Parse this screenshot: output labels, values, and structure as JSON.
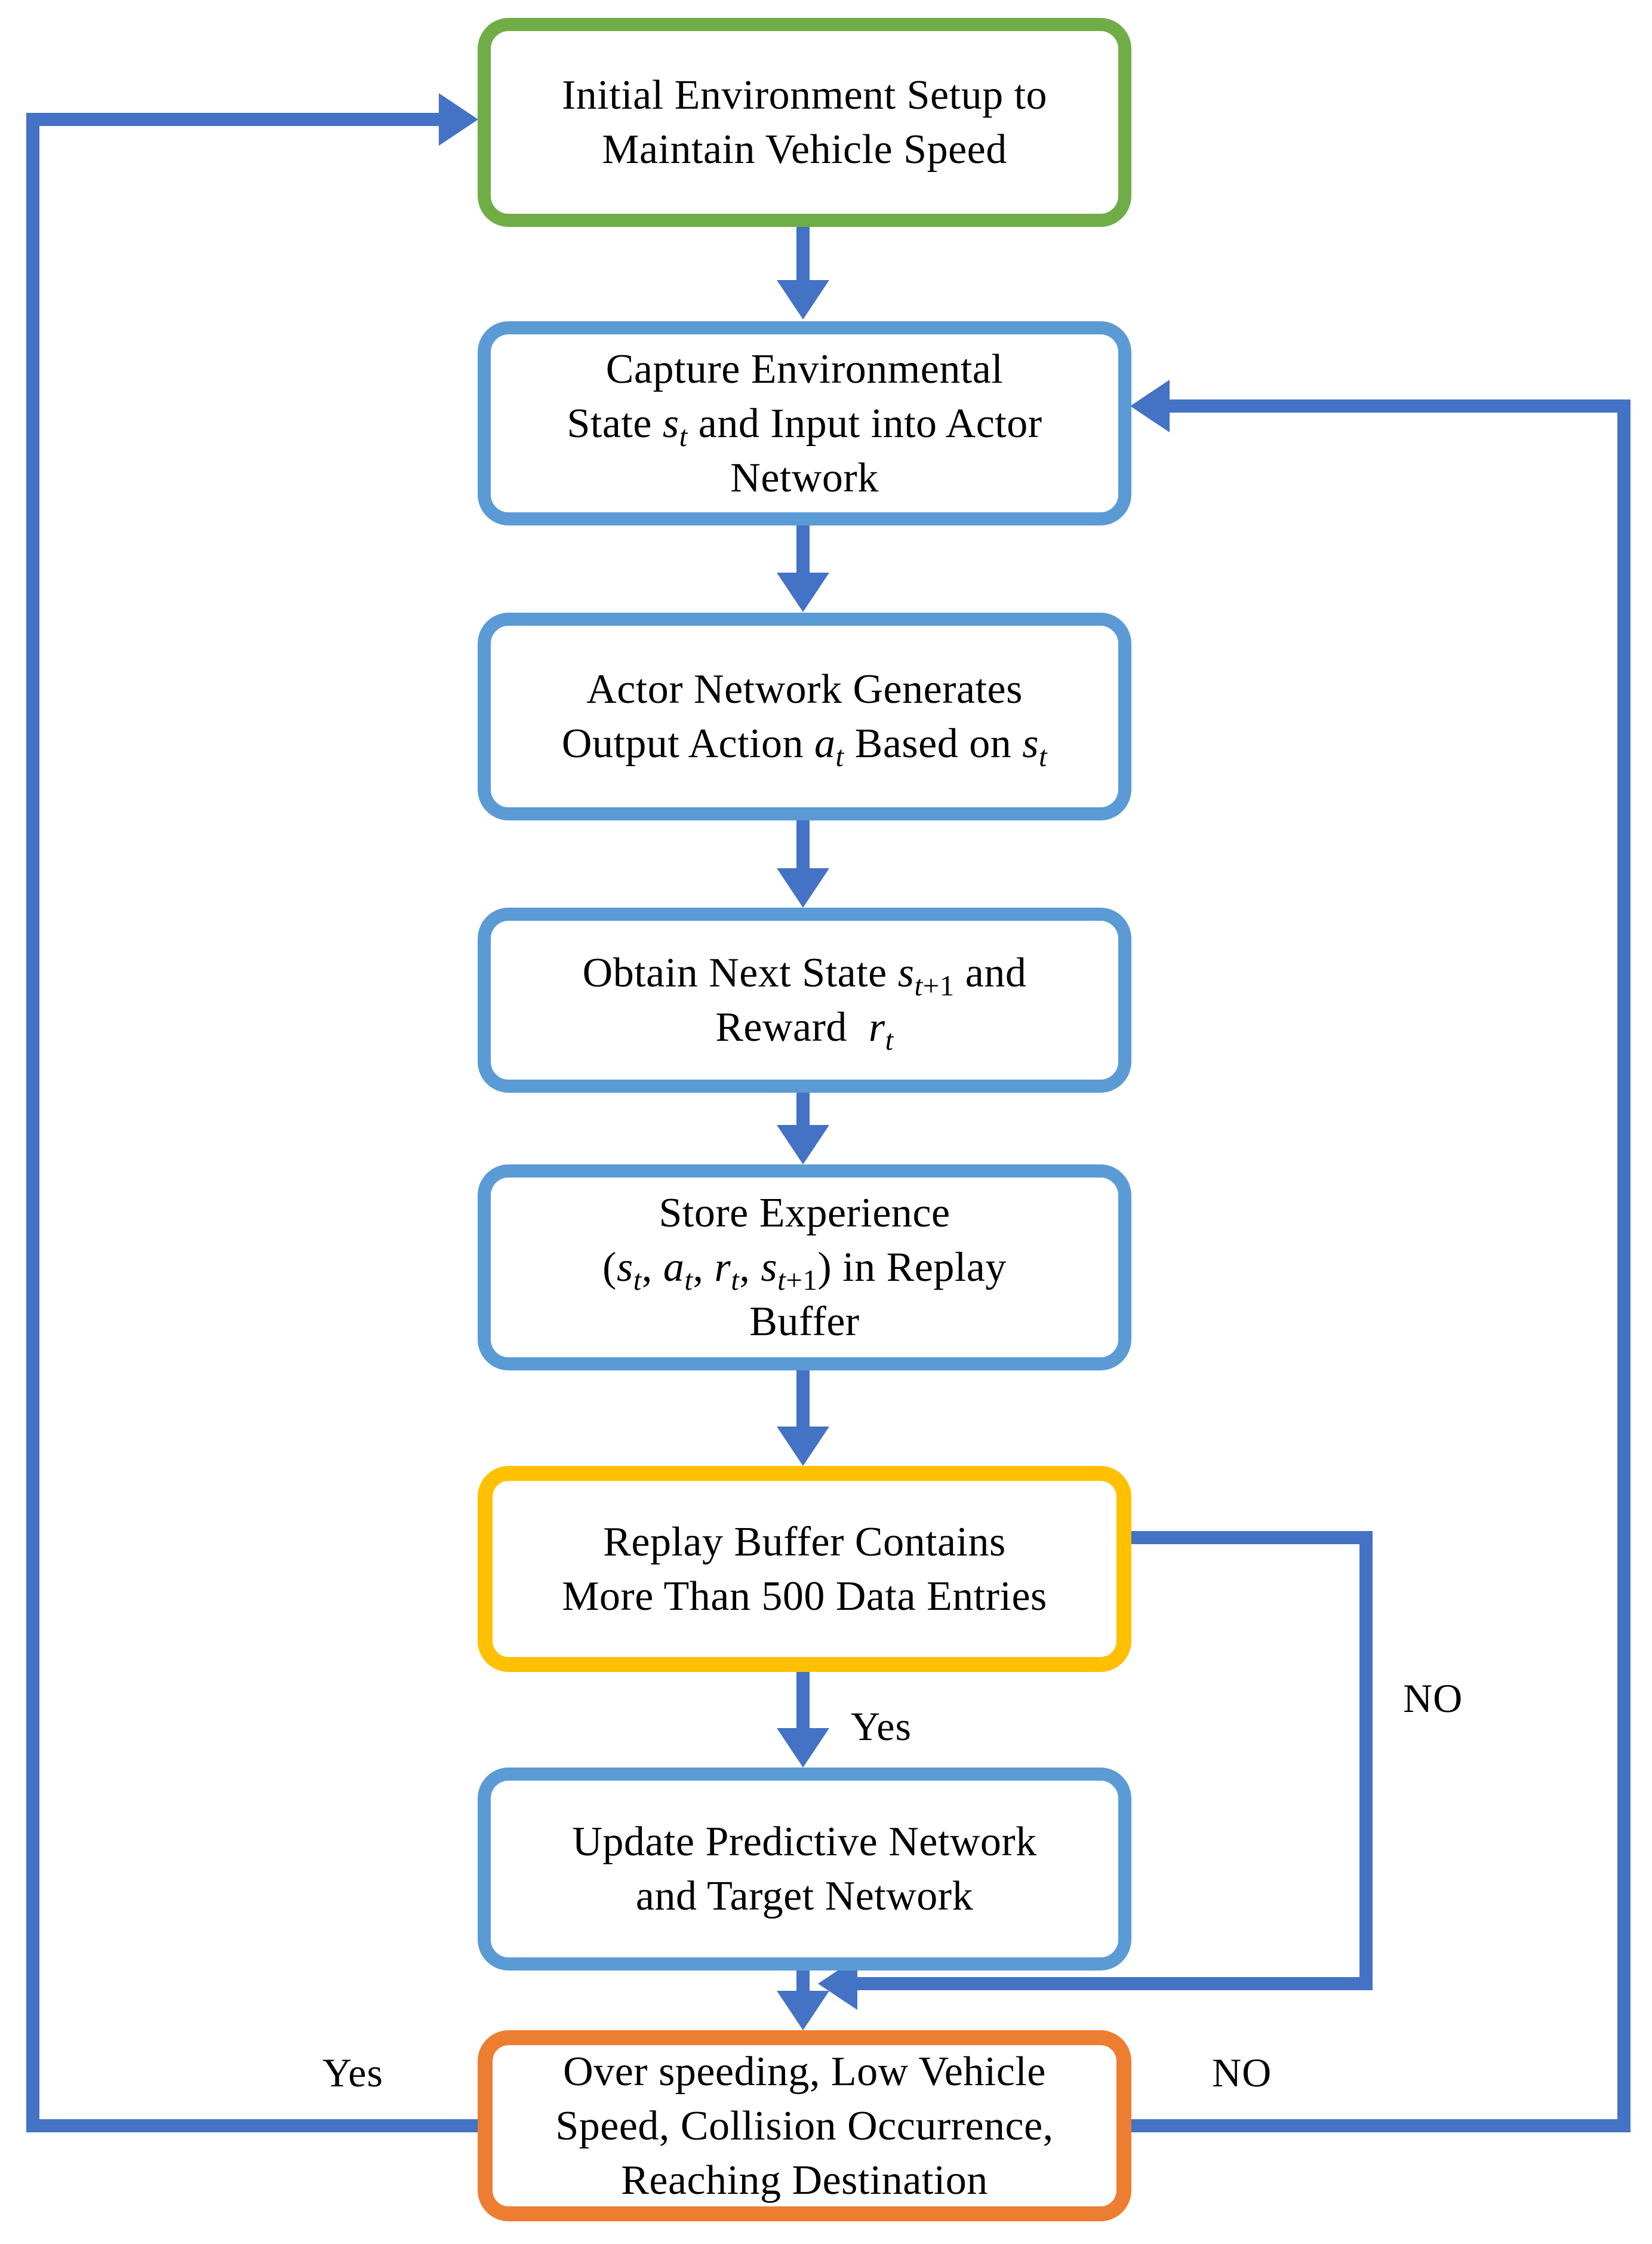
{
  "diagram": {
    "type": "flowchart",
    "background": "#ffffff",
    "colors": {
      "connector": "#4472C4",
      "node_border_blue": "#5B9BD5",
      "node_border_green": "#70AD47",
      "node_border_yellow": "#FFC000",
      "node_border_orange": "#ED7D31",
      "text": "#000000"
    },
    "nodes": [
      {
        "id": "initial-setup",
        "border_color": "#70AD47",
        "lines": [
          "Initial Environment Setup to",
          "Maintain Vehicle Speed"
        ]
      },
      {
        "id": "capture-state",
        "border_color": "#5B9BD5",
        "lines": [
          "Capture Environmental",
          "State <i>s</i><sub><i>t</i></sub> and Input into Actor",
          "Network"
        ]
      },
      {
        "id": "actor-generates-action",
        "border_color": "#5B9BD5",
        "lines": [
          "Actor Network Generates",
          "Output Action <i>a</i><sub><i>t</i></sub> Based on <i>s</i><sub><i>t</i></sub>"
        ]
      },
      {
        "id": "obtain-next-state-reward",
        "border_color": "#5B9BD5",
        "lines": [
          "Obtain Next State <i>s</i><sub><i>t</i>+1</sub> and",
          "Reward&nbsp; <i>r</i><sub><i>t</i></sub>"
        ]
      },
      {
        "id": "store-experience",
        "border_color": "#5B9BD5",
        "lines": [
          "Store Experience",
          "(<i>s</i><sub><i>t</i></sub>, <i>a</i><sub><i>t</i></sub>, <i>r</i><sub><i>t</i></sub>, <i>s</i><sub><i>t</i>+1</sub>) in Replay",
          "Buffer"
        ]
      },
      {
        "id": "replay-buffer-check",
        "border_color": "#FFC000",
        "lines": [
          "Replay Buffer Contains",
          "More Than 500 Data Entries"
        ]
      },
      {
        "id": "update-networks",
        "border_color": "#5B9BD5",
        "lines": [
          "Update Predictive Network",
          "and Target Network"
        ]
      },
      {
        "id": "terminal-check",
        "border_color": "#ED7D31",
        "lines": [
          "Over speeding, Low Vehicle",
          "Speed, Collision Occurrence,",
          "Reaching Destination"
        ]
      }
    ],
    "edge_labels": {
      "buffer_yes": "Yes",
      "buffer_no": "NO",
      "terminal_yes": "Yes",
      "terminal_no": "NO"
    },
    "edges": [
      {
        "from": "initial-setup",
        "to": "capture-state",
        "label": ""
      },
      {
        "from": "capture-state",
        "to": "actor-generates-action",
        "label": ""
      },
      {
        "from": "actor-generates-action",
        "to": "obtain-next-state-reward",
        "label": ""
      },
      {
        "from": "obtain-next-state-reward",
        "to": "store-experience",
        "label": ""
      },
      {
        "from": "store-experience",
        "to": "replay-buffer-check",
        "label": ""
      },
      {
        "from": "replay-buffer-check",
        "to": "update-networks",
        "label": "Yes"
      },
      {
        "from": "replay-buffer-check",
        "to": "terminal-check",
        "label": "NO"
      },
      {
        "from": "update-networks",
        "to": "terminal-check",
        "label": ""
      },
      {
        "from": "terminal-check",
        "to": "initial-setup",
        "label": "Yes"
      },
      {
        "from": "terminal-check",
        "to": "capture-state",
        "label": "NO"
      }
    ]
  }
}
